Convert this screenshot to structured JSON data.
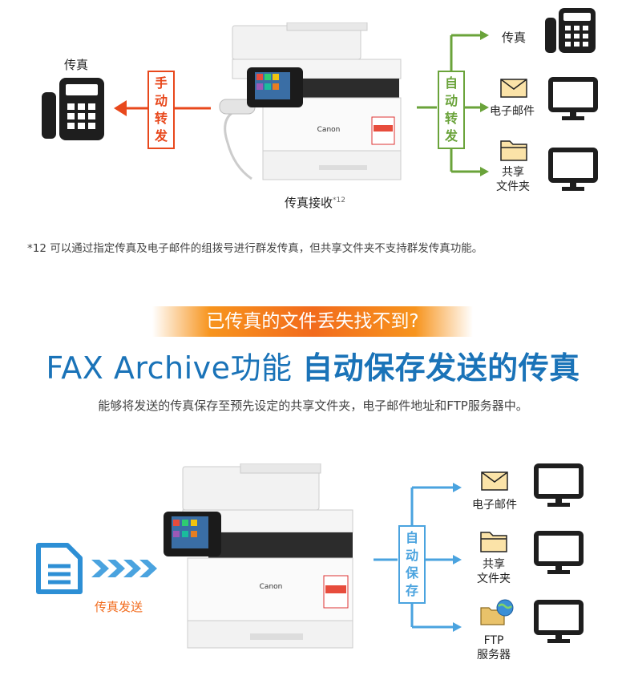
{
  "section1": {
    "fax_left_label": "传真",
    "manual_forward": [
      "手",
      "动",
      "转",
      "发"
    ],
    "auto_forward": [
      "自",
      "动",
      "转",
      "发"
    ],
    "printer_brand": "Canon",
    "receive_label": "传真接收",
    "receive_sup": "*12",
    "dest_fax_label": "传真",
    "dest_email_label": "电子邮件",
    "dest_share_label_1": "共享",
    "dest_share_label_2": "文件夹",
    "footnote": "*12 可以通过指定传真及电子邮件的组拨号进行群发传真，但共享文件夹不支持群发传真功能。"
  },
  "section2": {
    "banner": "已传真的文件丢失找不到?",
    "headline_part1": "FAX Archive功能 ",
    "headline_part2": "自动保存发送的传真",
    "subline": "能够将发送的传真保存至预先设定的共享文件夹，电子邮件地址和FTP服务器中。",
    "send_label": "传真发送",
    "auto_save": [
      "自",
      "动",
      "保",
      "存"
    ],
    "printer_brand": "Canon",
    "dest_email_label": "电子邮件",
    "dest_share_label_1": "共享",
    "dest_share_label_2": "文件夹",
    "dest_ftp_label_1": "FTP",
    "dest_ftp_label_2": "服务器"
  },
  "colors": {
    "manual_red": "#e8481c",
    "auto_green": "#6aa33a",
    "archive_blue": "#4aa3df",
    "headline_blue": "#1a73b8",
    "banner_orange": "#f26b1d"
  },
  "icons": [
    "fax-icon",
    "monitor-icon",
    "envelope-icon",
    "folder-icon",
    "document-icon",
    "ftp-globe-icon",
    "printer-image"
  ]
}
